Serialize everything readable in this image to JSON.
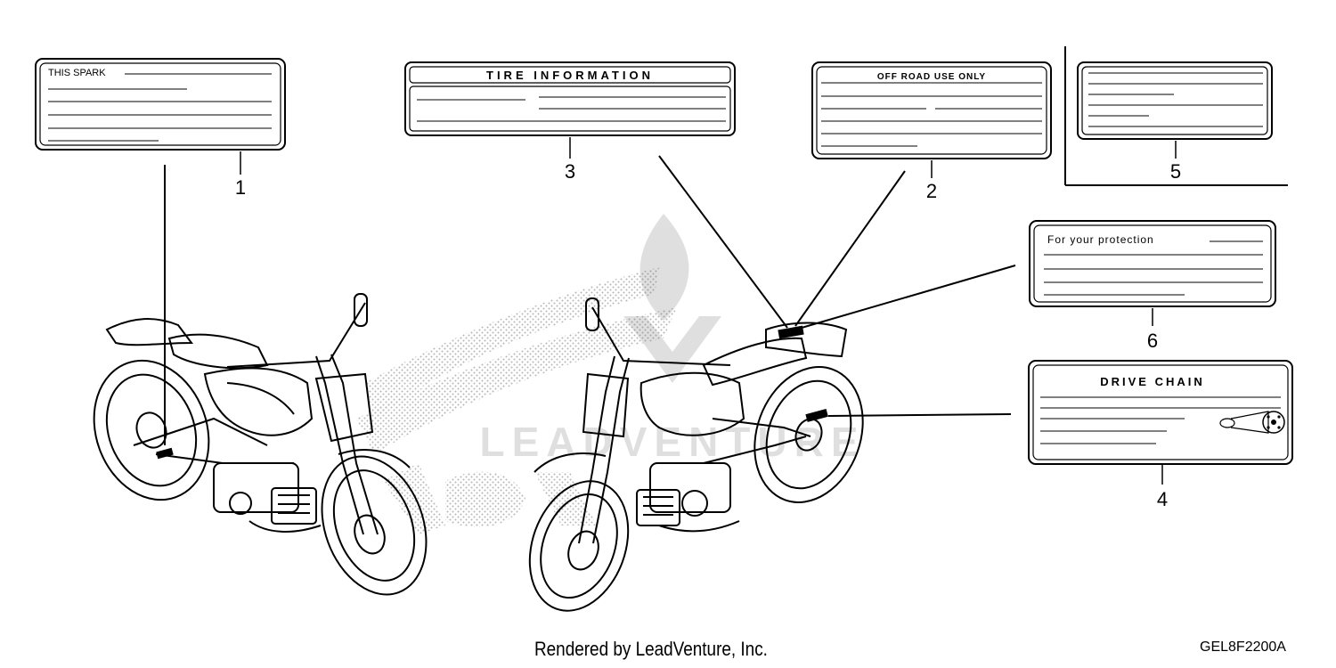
{
  "labels": [
    {
      "number": "1",
      "text": "THIS SPARK"
    },
    {
      "number": "3",
      "text": "TIRE INFORMATION"
    },
    {
      "number": "2",
      "text": "OFF ROAD USE ONLY"
    },
    {
      "number": "5",
      "text": ""
    },
    {
      "number": "6",
      "text": "For your protection"
    },
    {
      "number": "4",
      "text": "DRIVE CHAIN"
    }
  ],
  "footer": {
    "credit": "Rendered by LeadVenture, Inc.",
    "diagram_code": "GEL8F2200A"
  },
  "watermark": "LEADVENTURE"
}
